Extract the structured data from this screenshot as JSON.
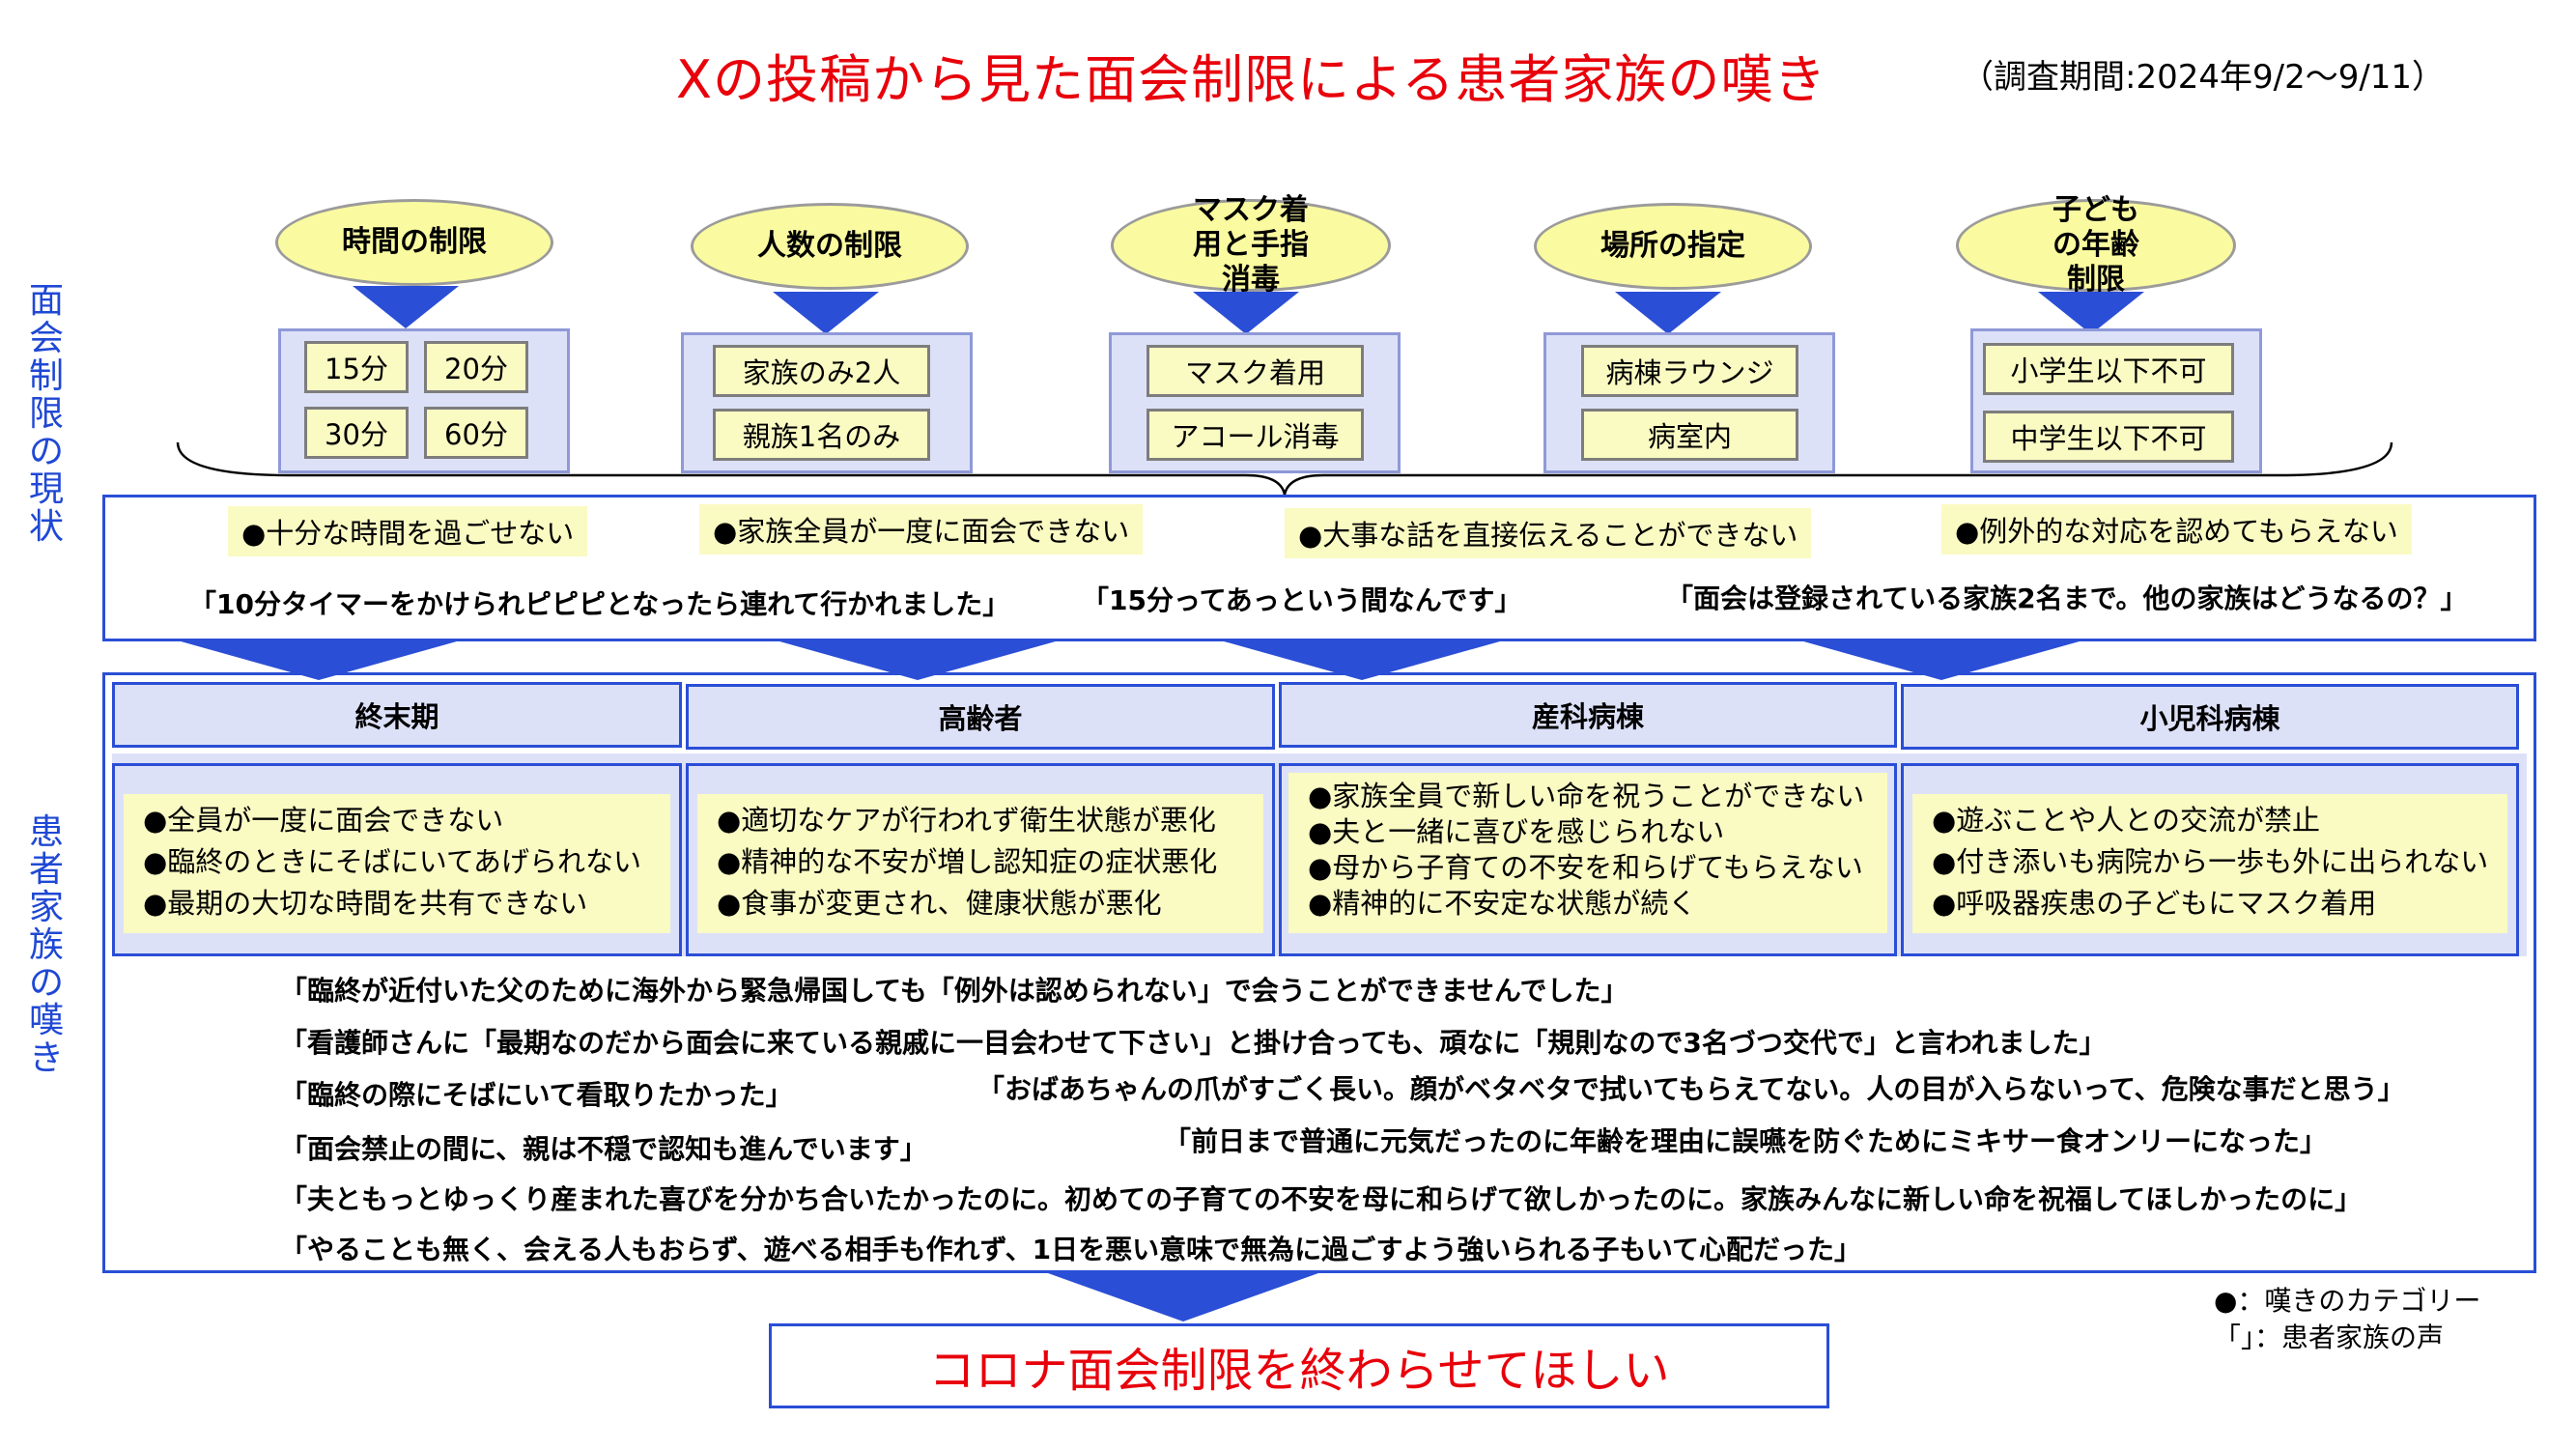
{
  "title": "Xの投稿から見た面会制限による患者家族の嘆き",
  "period": "（調査期間:2024年9/2〜9/11）",
  "side_labels": {
    "current": "面会制限の現状",
    "laments": "患者家族の嘆き"
  },
  "restrictions": [
    {
      "label": "時間の制限",
      "items": [
        "15分",
        "20分",
        "30分",
        "60分"
      ]
    },
    {
      "label": "人数の制限",
      "items": [
        "家族のみ2人",
        "親族1名のみ"
      ]
    },
    {
      "label": "マスク着用と手指消毒",
      "items": [
        "マスク着用",
        "アコール消毒"
      ]
    },
    {
      "label": "場所の指定",
      "items": [
        "病棟ラウンジ",
        "病室内"
      ]
    },
    {
      "label": "子どもの年齢制限",
      "items": [
        "小学生以下不可",
        "中学生以下不可"
      ]
    }
  ],
  "categories": [
    "●十分な時間を過ごせない",
    "●家族全員が一度に面会できない",
    "●大事な話を直接伝えることができない",
    "●例外的な対応を認めてもらえない"
  ],
  "general_quotes": [
    "「10分タイマーをかけられピピピとなったら連れて行かれました」",
    "「15分ってあっという間なんです」",
    "「面会は登録されている家族2名まで。他の家族はどうなるの？」"
  ],
  "wards": [
    {
      "name": "終末期",
      "items": [
        "●全員が一度に面会できない",
        "●臨終のときにそばにいてあげられない",
        "●最期の大切な時間を共有できない"
      ]
    },
    {
      "name": "高齢者",
      "items": [
        "●適切なケアが行われず衛生状態が悪化",
        "●精神的な不安が増し認知症の症状悪化",
        "●食事が変更され、健康状態が悪化"
      ]
    },
    {
      "name": "産科病棟",
      "items": [
        "●家族全員で新しい命を祝うことができない",
        "●夫と一緒に喜びを感じられない",
        "●母から子育ての不安を和らげてもらえない",
        "●精神的に不安定な状態が続く"
      ]
    },
    {
      "name": "小児科病棟",
      "items": [
        "●遊ぶことや人との交流が禁止",
        "●付き添いも病院から一歩も外に出られない",
        "●呼吸器疾患の子どもにマスク着用"
      ]
    }
  ],
  "ward_quotes": [
    "「臨終が近付いた父のために海外から緊急帰国しても「例外は認められない」で会うことができませんでした」",
    "「看護師さんに「最期なのだから面会に来ている親戚に一目会わせて下さい」と掛け合っても、頑なに「規則なので3名づつ交代で」と言われました」",
    "「臨終の際にそばにいて看取りたかった」",
    "「おばあちゃんの爪がすごく長い。顔がベタベタで拭いてもらえてない。人の目が入らないって、危険な事だと思う」",
    "「面会禁止の間に、親は不穏で認知も進んでいます」",
    "「前日まで普通に元気だったのに年齢を理由に誤嚥を防ぐためにミキサー食オンリーになった」",
    "「夫ともっとゆっくり産まれた喜びを分かち合いたかったのに。初めての子育ての不安を母に和らげて欲しかったのに。家族みんなに新しい命を祝福してほしかったのに」",
    "「やることも無く、会える人もおらず、遊べる相手も作れず、1日を悪い意味で無為に過ごすよう強いられる子もいて心配だった」"
  ],
  "legend": {
    "bullet": "●：嘆きのカテゴリー",
    "quote": "「」：患者家族の声"
  },
  "conclusion": "コロナ面会制限を終わらせてほしい",
  "colors": {
    "title": "#e8000b",
    "accent": "#2a4ed6",
    "ellipse": "#fafaa0",
    "chip": "#fafac3",
    "panel": "#dde1f8"
  }
}
